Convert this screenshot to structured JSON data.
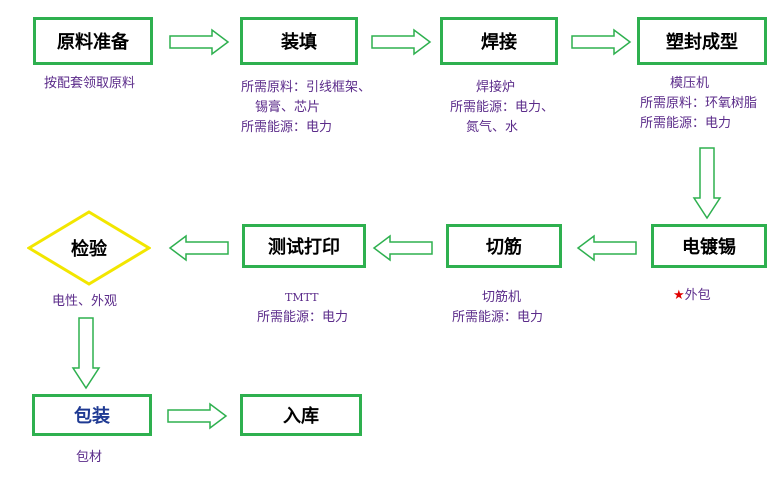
{
  "colors": {
    "box_border": "#2eb04f",
    "diamond_border": "#f2e600",
    "note_text": "#5b2b8a",
    "star": "#e00000"
  },
  "steps": {
    "material_prep": "原料准备",
    "mount": "装填",
    "weld": "焊接",
    "mold": "塑封成型",
    "plating": "电镀锡",
    "trim": "切筋",
    "test_print": "测试打印",
    "inspect": "检验",
    "pack": "包装",
    "store": "入库"
  },
  "notes": {
    "material_prep": [
      "按配套领取原料"
    ],
    "mount": [
      "所需原料：引线框架、",
      "锡膏、芯片",
      "所需能源：电力"
    ],
    "weld": [
      "焊接炉",
      "所需能源：电力、",
      "氮气、水"
    ],
    "mold": [
      "模压机",
      "所需原料：环氧树脂",
      "所需能源：电力"
    ],
    "plating_star": "★",
    "plating": "外包",
    "trim": [
      "切筋机",
      "所需能源：电力"
    ],
    "test_print": [
      "TMTT",
      "所需能源：电力"
    ],
    "inspect": [
      "电性、外观"
    ],
    "pack": [
      "包材"
    ]
  }
}
